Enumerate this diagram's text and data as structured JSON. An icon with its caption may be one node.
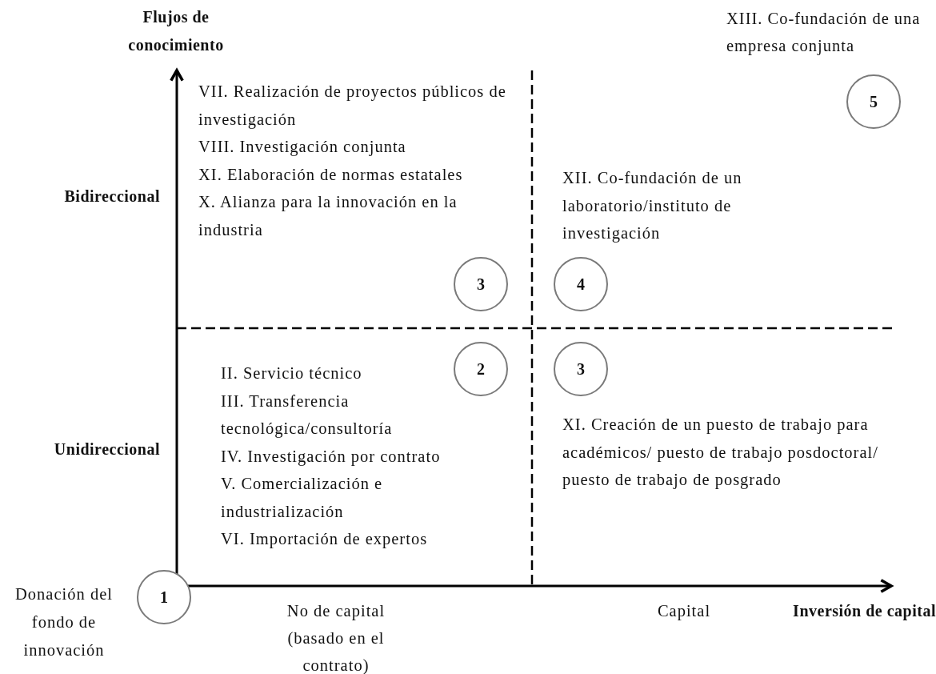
{
  "diagram": {
    "nodes": [
      {
        "text": [
          "5"
        ],
        "beside": [
          "XIII. Co-fundación de una empresa conjunta"
        ]
      },
      {
        "text": [
          "3"
        ]
      },
      {
        "text": [
          "4"
        ],
        "beside": [
          "XII. Co-fundación de un laboratorio/instituto de investigación"
        ]
      },
      {
        "text": [
          "2"
        ]
      },
      {
        "text": [
          "3"
        ]
      },
      {
        "text": [
          "1"
        ],
        "beside": [
          "Donación del fondo de innovación"
        ]
      }
    ],
    "labels": [
      "Flujos de conocimiento",
      "VII. Realización de proyectos públicos de investigación",
      "VIII. Investigación conjunta",
      "XI. Elaboración de normas estatales",
      "X. Alianza para la innovación en la industria",
      "Bidireccional",
      "II. Servicio técnico",
      "III. Transferencia tecnológica/consultoría",
      "IV. Investigación por contrato",
      "V. Comercialización e industrialización",
      "VI. Importación de expertos",
      "Unidireccional",
      "XI. Creación de un puesto de trabajo para académicos/ puesto de trabajo posdoctoral/ puesto de trabajo de posgrado",
      "No de capital (basado en el contrato)",
      "Capital",
      "Inversión de capital"
    ]
  }
}
